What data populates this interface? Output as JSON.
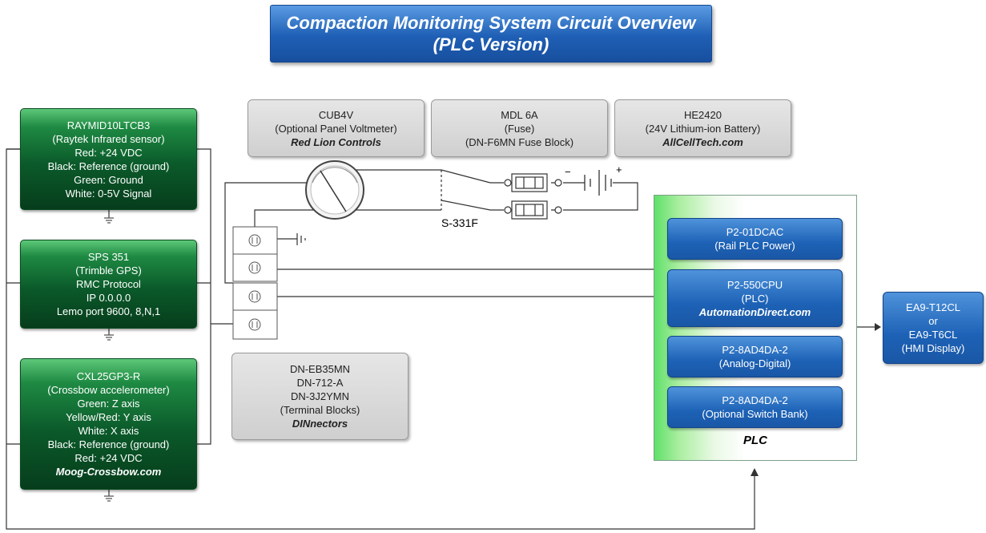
{
  "title": {
    "line1": "Compaction Monitoring System Circuit Overview",
    "line2": "(PLC Version)"
  },
  "sensors": {
    "raytek": [
      "RAYMID10LTCB3",
      "(Raytek Infrared sensor)",
      "Red: +24 VDC",
      "Black: Reference (ground)",
      "Green: Ground",
      "White: 0-5V Signal"
    ],
    "gps": [
      "SPS 351",
      "(Trimble GPS)",
      "RMC Protocol",
      "IP 0.0.0.0",
      "Lemo port 9600, 8,N,1"
    ],
    "accel": [
      "CXL25GP3-R",
      "(Crossbow accelerometer)",
      "Green: Z axis",
      "Yellow/Red: Y axis",
      "White: X axis",
      "Black: Reference (ground)",
      "Red: +24 VDC"
    ],
    "accel_vendor": "Moog-Crossbow.com"
  },
  "components": {
    "voltmeter": {
      "model": "CUB4V",
      "desc": "(Optional Panel Voltmeter)",
      "vendor": "Red Lion Controls"
    },
    "fuse": {
      "model": "MDL 6A",
      "desc": "(Fuse)",
      "detail": "(DN-F6MN Fuse Block)"
    },
    "battery": {
      "model": "HE2420",
      "desc": "(24V Lithium-ion Battery)",
      "vendor": "AllCellTech.com"
    },
    "terminal": {
      "lines": [
        "DN-EB35MN",
        "DN-712-A",
        "DN-3J2YMN",
        "(Terminal Blocks)"
      ],
      "vendor": "DINnectors"
    },
    "switch_label": "S-331F"
  },
  "plc": {
    "label": "PLC",
    "modules": [
      {
        "name": "P2-01DCAC",
        "desc": "(Rail PLC Power)",
        "vendor": ""
      },
      {
        "name": "P2-550CPU",
        "desc": "(PLC)",
        "vendor": "AutomationDirect.com"
      },
      {
        "name": "P2-8AD4DA-2",
        "desc": "(Analog-Digital)",
        "vendor": ""
      },
      {
        "name": "P2-8AD4DA-2",
        "desc": "(Optional Switch Bank)",
        "vendor": ""
      }
    ]
  },
  "hmi": [
    "EA9-T12CL",
    "or",
    "EA9-T6CL",
    "(HMI Display)"
  ],
  "symbols": {
    "battery_minus": "−",
    "battery_plus": "+",
    "terminal_glyph": "⏀",
    "ground_glyph": "⏚"
  }
}
